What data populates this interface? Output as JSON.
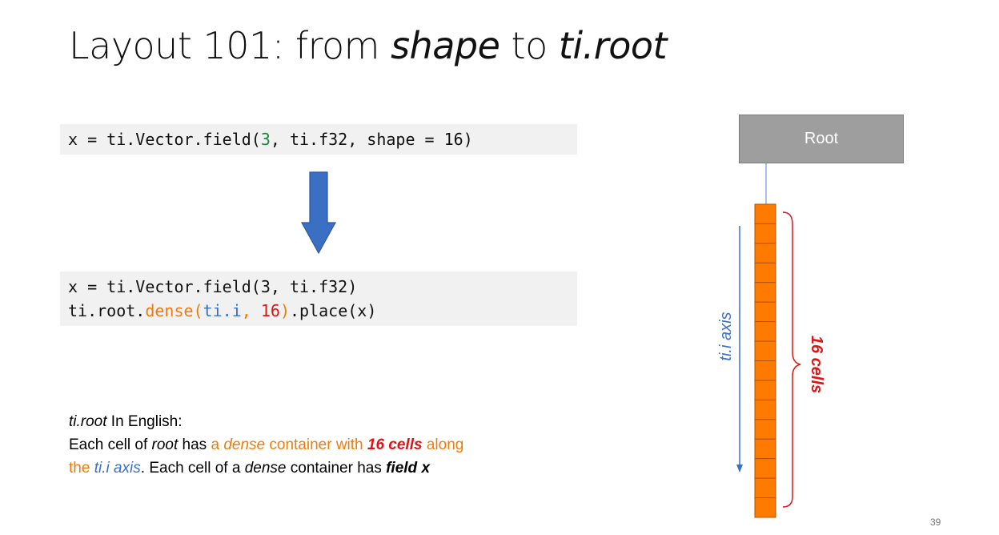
{
  "slide": {
    "title_prefix": "Layout 101: from ",
    "title_shape": "shape",
    "title_mid": " to ",
    "title_root": "ti.root",
    "page_number": "39"
  },
  "code1": {
    "p1": "x = ti.Vector.field(",
    "n3": "3",
    "p2": ", ti.f32, shape = 16)"
  },
  "code2": {
    "line1": "x = ti.Vector.field(3, ti.f32)",
    "l2_a": "ti.root.",
    "l2_dense": "dense(",
    "l2_tii": "ti.i",
    "l2_comma": ", ",
    "l2_16": "16",
    "l2_close": ")",
    "l2_rest": ".place(x)"
  },
  "english": {
    "heading_italic": "ti.root",
    "heading_rest": " In English:",
    "s1": "Each cell of ",
    "s2_root": "root",
    "s3": " has ",
    "s4_a": "a ",
    "s5_dense": "dense",
    "s6": " container with ",
    "s7_16cells": "16 cells",
    "s8": " along",
    "s9_the": "the ",
    "s10_tii": "ti.i axis",
    "s11": ". Each cell of a ",
    "s12_dense": "dense",
    "s13": " container has ",
    "s14_fieldx": "field x"
  },
  "diagram": {
    "root_label": "Root",
    "axis_label": "ti.i axis",
    "cells_label": "16 cells",
    "cell_count": 16
  },
  "colors": {
    "orange": "#f07b0c",
    "blue": "#3b6fc4",
    "red": "#e01414",
    "arrow_blue": "#3b6fc4",
    "root_gray": "#9e9e9e"
  }
}
